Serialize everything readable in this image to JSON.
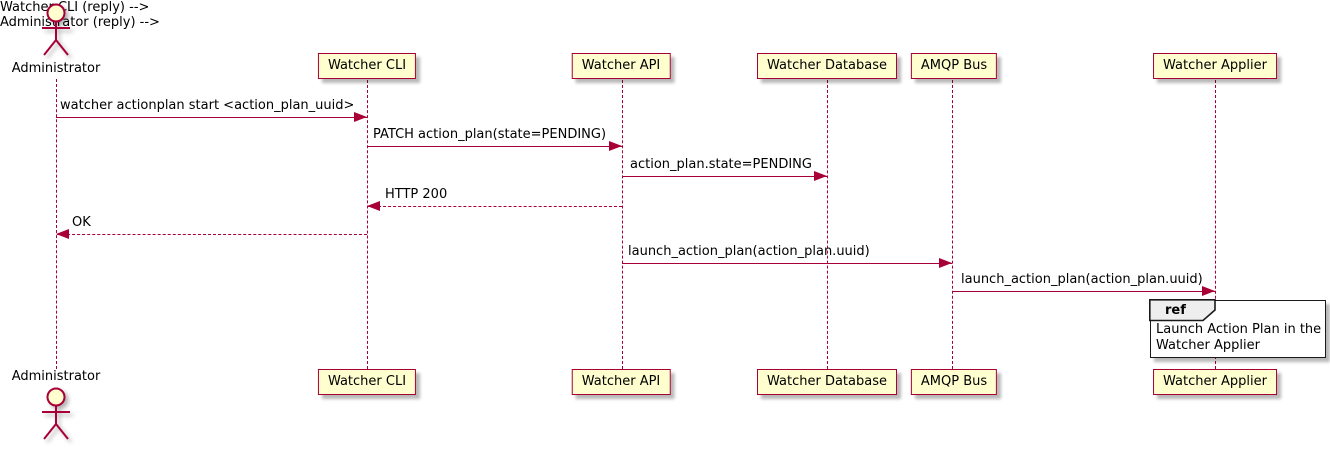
{
  "colors": {
    "line_color": "#A80036",
    "participant_fill": "#FEFECE",
    "ref_header_fill": "#EEEEEE",
    "ref_border_color": "#1A1A1A",
    "text_color": "#000000"
  },
  "actor": {
    "label": "Administrator"
  },
  "participants": [
    {
      "label": "Watcher CLI"
    },
    {
      "label": "Watcher API"
    },
    {
      "label": "Watcher Database"
    },
    {
      "label": "AMQP Bus"
    },
    {
      "label": "Watcher Applier"
    }
  ],
  "messages": [
    {
      "text": "watcher actionplan start <action_plan_uuid>",
      "from": "Administrator",
      "to": "Watcher CLI",
      "style": "solid"
    },
    {
      "text": "PATCH action_plan(state=PENDING)",
      "from": "Watcher CLI",
      "to": "Watcher API",
      "style": "solid"
    },
    {
      "text": "action_plan.state=PENDING",
      "from": "Watcher API",
      "to": "Watcher Database",
      "style": "solid"
    },
    {
      "text": "HTTP 200",
      "from": "Watcher API",
      "to": "Watcher CLI",
      "style": "dashed"
    },
    {
      "text": "OK",
      "from": "Watcher CLI",
      "to": "Administrator",
      "style": "dashed"
    },
    {
      "text": "launch_action_plan(action_plan.uuid)",
      "from": "Watcher API",
      "to": "AMQP Bus",
      "style": "solid"
    },
    {
      "text": "launch_action_plan(action_plan.uuid)",
      "from": "AMQP Bus",
      "to": "Watcher Applier",
      "style": "solid"
    }
  ],
  "ref": {
    "keyword": "ref",
    "line1": "Launch Action Plan in the",
    "line2": "Watcher Applier"
  }
}
